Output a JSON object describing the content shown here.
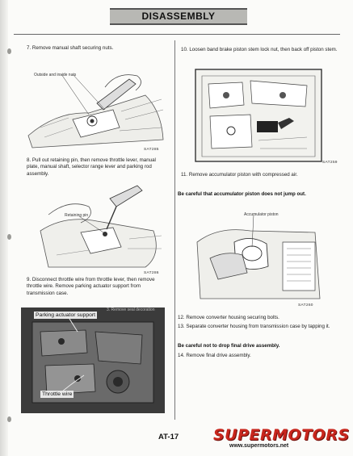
{
  "header": {
    "title": "DISASSEMBLY"
  },
  "left": {
    "step7": {
      "text": "7.  Remove manual shaft securing nuts."
    },
    "fig1": {
      "callout": "Outside and inside nuts",
      "code": "SAT285"
    },
    "step8": {
      "text": "8.  Pull out retaining pin, then remove throttle lever, manual plate, manual shaft, selector range lever and parking rod assembly."
    },
    "fig2": {
      "callout": "Retaining pin",
      "code": "SAT286"
    },
    "step9": {
      "text": "9.  Disconnect throttle wire from throttle lever, then remove throttle wire. Remove parking actuator support from transmission case."
    },
    "photo": {
      "label_top": "Parking actuator support",
      "label_bottom": "Throttle wire",
      "ghost": "3. Remove seal decoration"
    }
  },
  "right": {
    "step10": {
      "text": "10.  Loosen band brake piston stem lock nut, then back off piston stem."
    },
    "fig3": {
      "code": "SAT259"
    },
    "step11": {
      "text": "11.  Remove accumulator piston with compressed air."
    },
    "warn11": {
      "text": "Be careful that accumulator piston does not jump out."
    },
    "fig4": {
      "callout": "Accumulator piston",
      "code": "SAT260"
    },
    "step12": {
      "text": "12.  Remove converter housing securing bolts."
    },
    "step13": {
      "text": "13.  Separate converter housing from transmission case by tapping it."
    },
    "warn13": {
      "text": "Be careful not to drop final drive assembly."
    },
    "step14": {
      "text": "14.  Remove final drive assembly."
    }
  },
  "footer": {
    "page": "AT-17",
    "logo": "SUPERMOTORS",
    "url": "www.supermotors.net"
  },
  "colors": {
    "logo_red": "#c8261d",
    "header_bar": "#b8b8b4"
  }
}
